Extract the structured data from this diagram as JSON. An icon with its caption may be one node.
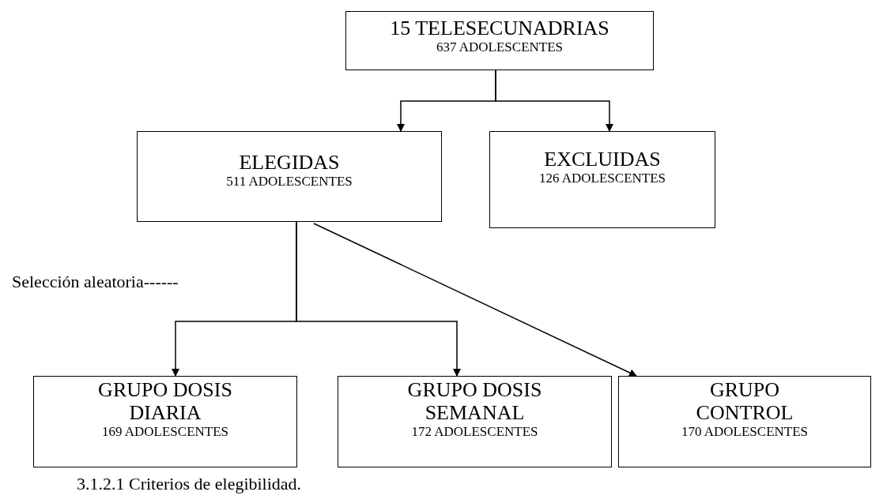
{
  "diagram": {
    "nodes": [
      {
        "text": [
          "15 TELESECUNADRIAS",
          "637 ADOLESCENTES"
        ]
      },
      {
        "text": [
          "ELEGIDAS",
          "511 ADOLESCENTES"
        ]
      },
      {
        "text": [
          "EXCLUIDAS",
          "126 ADOLESCENTES"
        ]
      },
      {
        "text": [
          "GRUPO DOSIS DIARIA",
          "169 ADOLESCENTES"
        ]
      },
      {
        "text": [
          "GRUPO DOSIS SEMANAL",
          "172 ADOLESCENTES"
        ]
      },
      {
        "text": [
          "GRUPO CONTROL",
          "170 ADOLESCENTES"
        ]
      }
    ],
    "edges": [
      {
        "from": 0,
        "to": 1,
        "arrow": "to"
      },
      {
        "from": 0,
        "to": 2,
        "arrow": "to"
      },
      {
        "from": 1,
        "to": 3,
        "arrow": "to"
      },
      {
        "from": 1,
        "to": 4,
        "arrow": "to"
      },
      {
        "from": 1,
        "to": 5,
        "arrow": "to"
      }
    ],
    "labels": [
      "Selección aleatoria------",
      "3.1.2.1 Criterios de elegibilidad."
    ]
  }
}
